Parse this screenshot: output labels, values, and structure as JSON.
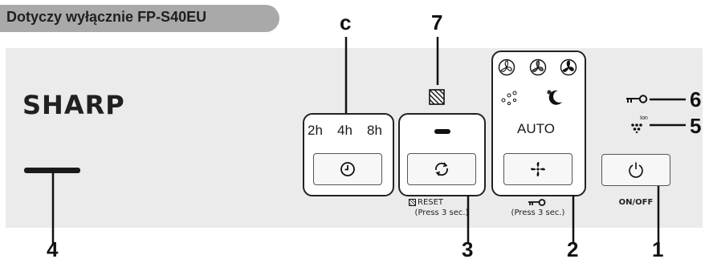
{
  "header": {
    "title": "Dotyczy wyłącznie FP-S40EU"
  },
  "logo": {
    "text": "SHARP"
  },
  "callouts": {
    "c": "c",
    "seven": "7",
    "six": "6",
    "five": "5",
    "four": "4",
    "three": "3",
    "two": "2",
    "one": "1"
  },
  "timer": {
    "labels": [
      "2h",
      "4h",
      "8h"
    ]
  },
  "fan": {
    "auto_label": "AUTO",
    "lock_note": "(Press 3 sec.)"
  },
  "filter": {
    "reset_label": "RESET",
    "reset_note": "(Press 3 sec.)"
  },
  "power": {
    "label": "ON/OFF"
  },
  "indicators": {
    "ion_label": "Ion"
  },
  "colors": {
    "panel": "#ebebeb",
    "tab": "#a9a9a9",
    "outline": "#222222"
  }
}
